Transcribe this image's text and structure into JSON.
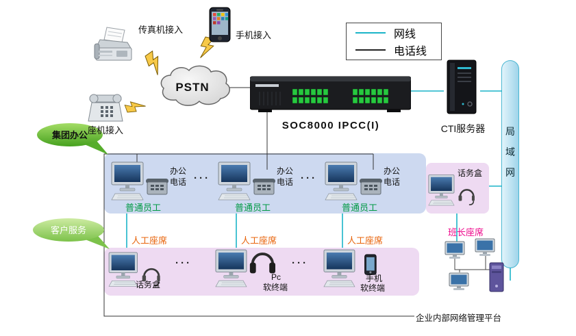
{
  "access": {
    "fax_label": "传真机接入",
    "mobile_label": "手机接入",
    "landline_label": "座机接入",
    "pstn_label": "PSTN"
  },
  "legend": {
    "net_label": "网线",
    "phone_label": "电话线"
  },
  "core": {
    "ipcc_label": "SOC8000 IPCC(I)",
    "cti_label": "CTI服务器",
    "lan_chars": [
      "局",
      "域",
      "网"
    ]
  },
  "banners": {
    "office": "集团办公",
    "service": "客户服务"
  },
  "office_area": {
    "station_l1": "办公",
    "station_l2": "电话",
    "employee_label": "普通员工",
    "dots": "···"
  },
  "agents": {
    "agent_label": "人工座席",
    "supervisor_label": "班长座席",
    "operator_box_label": "话务盒"
  },
  "service_area": {
    "operator_box_label": "话务盒",
    "pc_l1": "Pc",
    "pc_l2": "软终端",
    "mobile_l1": "手机",
    "mobile_l2": "软终端",
    "dots": "···"
  },
  "platform": {
    "label": "企业内部网络管理平台"
  },
  "colors": {
    "net_line": "#1ab4c8",
    "phone_line": "#333333",
    "office_box": "#cdd9f0",
    "service_box": "#eedaf2",
    "lan_fill": "#bce4f4",
    "employee_text": "#009944",
    "agent_text": "#e8630a",
    "supervisor_text": "#ee0a8c",
    "banner_green": "#56ad2b"
  },
  "icons": [
    "fax-machine-icon",
    "mobile-phone-icon",
    "landline-phone-icon",
    "pstn-cloud",
    "lightning-bolt-icon",
    "ipcc-rack-icon",
    "cti-server-icon",
    "office-workstation-icon",
    "headset-workstation-icon",
    "headphones-workstation-icon",
    "mobile-workstation-icon",
    "network-cluster-icon"
  ]
}
